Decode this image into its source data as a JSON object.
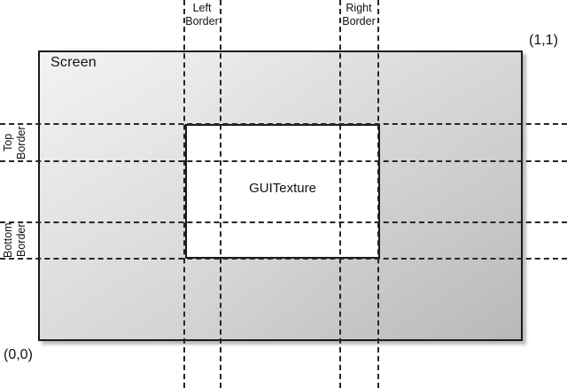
{
  "diagram": {
    "title_concept": "GUITexture border layout on Screen",
    "screen": {
      "label": "Screen",
      "corner_bottom_left": "(0,0)",
      "corner_top_right": "(1,1)"
    },
    "texture": {
      "label": "GUITexture"
    },
    "borders": {
      "left": {
        "line1": "Left",
        "line2": "Border"
      },
      "right": {
        "line1": "Right",
        "line2": "Border"
      },
      "top": {
        "line1": "Top",
        "line2": "Border"
      },
      "bottom": {
        "line1": "Bottom",
        "line2": "Border"
      }
    },
    "colors": {
      "outline": "#1a1a1a",
      "dash": "#262626",
      "texture_fill": "#ffffff",
      "screen_fill_light": "#ececec",
      "screen_fill_dark": "#c2c2c2",
      "text": "#111111"
    }
  }
}
